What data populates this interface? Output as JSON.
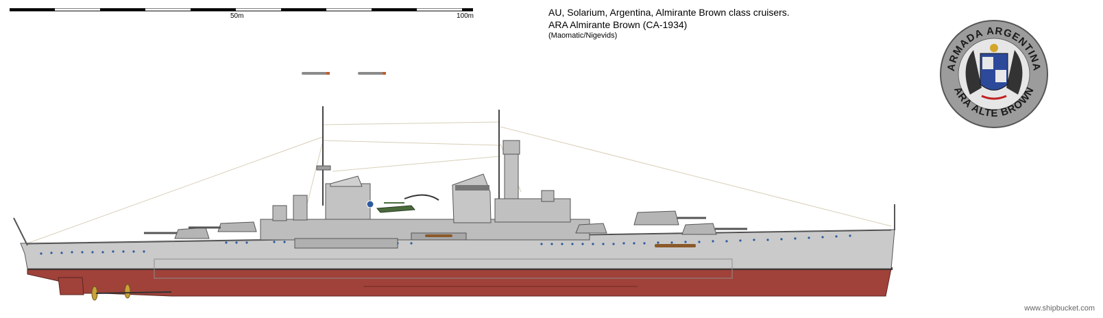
{
  "header": {
    "line1": "AU, Solarium, Argentina, Almirante Brown class cruisers.",
    "line2": "ARA Almirante Brown (CA-1934)",
    "credit": "(Maomatic/Nigevids)"
  },
  "scale_bar": {
    "label_50": "50m",
    "label_100": "100m"
  },
  "emblem": {
    "top_text": "ARMADA ARGENTINA",
    "bottom_text": "ARA ALTE BROWN"
  },
  "watermark": "www.shipbucket.com",
  "colors": {
    "hull_grey": "#c9c9c9",
    "hull_red": "#a0423a",
    "superstructure": "#bfbfbf",
    "portholes": "#2d5aa0",
    "emblem_ring": "#9c9c9c"
  }
}
